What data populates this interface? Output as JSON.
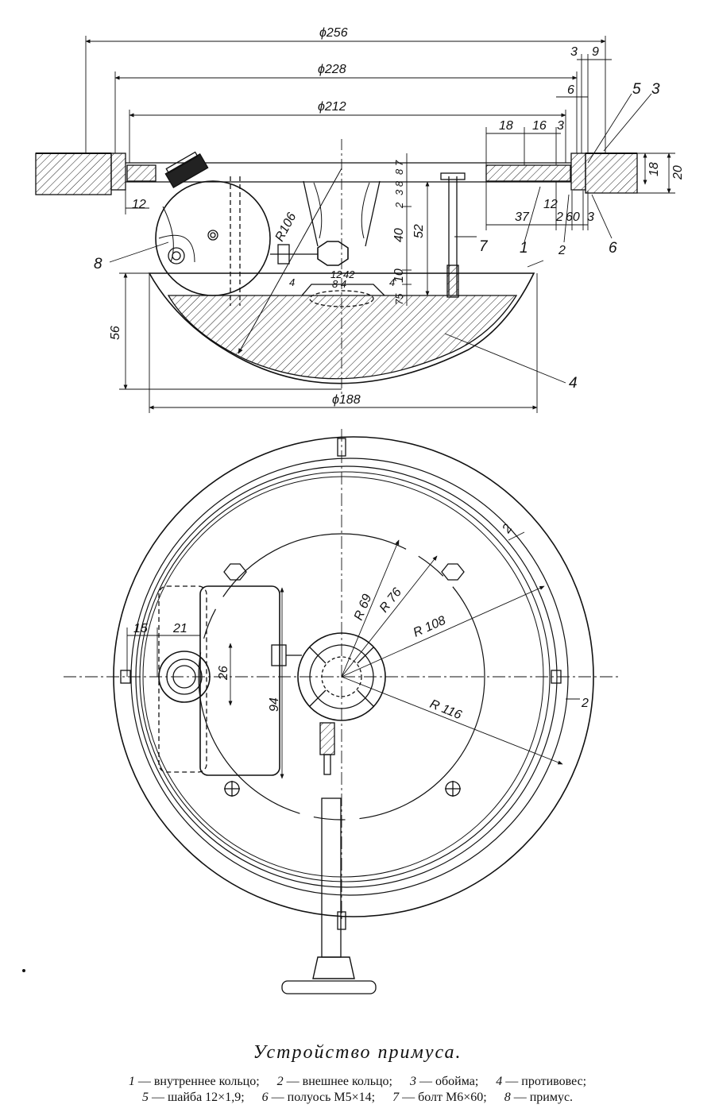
{
  "diagram": {
    "side_view_dimensions": {
      "d256": "ϕ256",
      "d228": "ϕ228",
      "d212": "ϕ212",
      "d188": "ϕ188",
      "r106": "R106",
      "h56": "56",
      "h52": "52",
      "h40": "40",
      "h10": "10",
      "h18": "18",
      "h20": "20",
      "w18": "18",
      "w16": "16",
      "w3a": "3",
      "w3b": "3",
      "w9": "9",
      "w6": "6",
      "w12a": "12",
      "w12b": "12",
      "w37": "37",
      "w2a": "2",
      "w2b": "2",
      "w60": "60",
      "w3c": "3",
      "s87": "8 7",
      "s38": "3 8",
      "s2": "2",
      "s4a": "4",
      "s4b": "4",
      "s12": "12",
      "s42": "42",
      "s84": "8 4",
      "s75": "75"
    },
    "plan_view_dimensions": {
      "r69": "R 69",
      "r76": "R 76",
      "r108": "R 108",
      "r116": "R 116",
      "d15": "15",
      "d21": "21",
      "d26": "26",
      "d94": "94",
      "d2a": "2",
      "d2b": "2"
    },
    "part_callouts": {
      "p1": "1",
      "p2": "2",
      "p3": "3",
      "p4": "4",
      "p5": "5",
      "p6": "6",
      "p7": "7",
      "p8": "8"
    }
  },
  "caption": {
    "title": "Устройство примуса.",
    "legend": [
      {
        "num": "1",
        "text": "— внутреннее кольцо;"
      },
      {
        "num": "2",
        "text": "— внешнее кольцо;"
      },
      {
        "num": "3",
        "text": "— обойма;"
      },
      {
        "num": "4",
        "text": "— противовес;"
      },
      {
        "num": "5",
        "text": "— шайба 12×1,9;"
      },
      {
        "num": "6",
        "text": "— полуось М5×14;"
      },
      {
        "num": "7",
        "text": "— болт М6×60;"
      },
      {
        "num": "8",
        "text": "— примус."
      }
    ]
  }
}
